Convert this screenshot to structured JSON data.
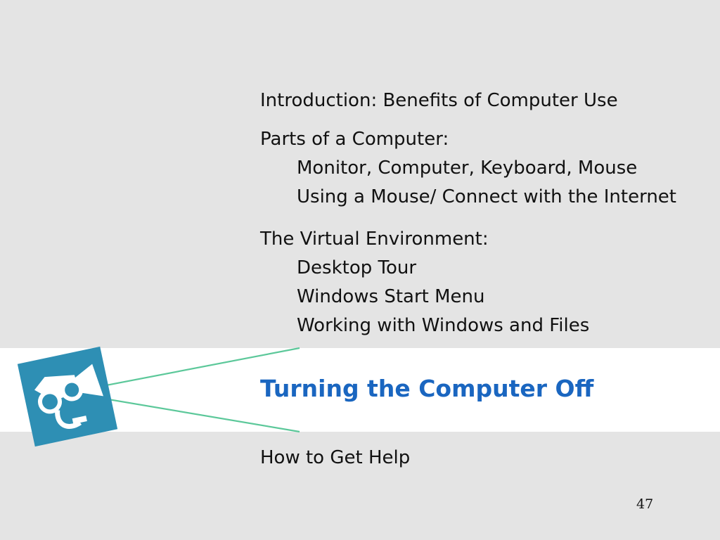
{
  "agenda": {
    "intro": "Introduction:  Benefits of Computer Use",
    "parts_heading": "Parts of a Computer:",
    "parts_sub1": "Monitor, Computer, Keyboard, Mouse",
    "parts_sub2": "Using a Mouse/ Connect with the Internet",
    "virtual_heading": "The Virtual Environment:",
    "virtual_sub1": "Desktop Tour",
    "virtual_sub2": "Windows Start Menu",
    "virtual_sub3": "Working with Windows and Files",
    "current_topic": "Turning the Computer Off",
    "help": "How to Get Help"
  },
  "page_number": "47",
  "icon": "camera-topic-icon",
  "colors": {
    "background": "#e4e4e4",
    "highlight_band": "#ffffff",
    "current_topic": "#1a66c0",
    "icon_tile": "#2e8fb4",
    "pointer_lines": "#5cc89a"
  }
}
